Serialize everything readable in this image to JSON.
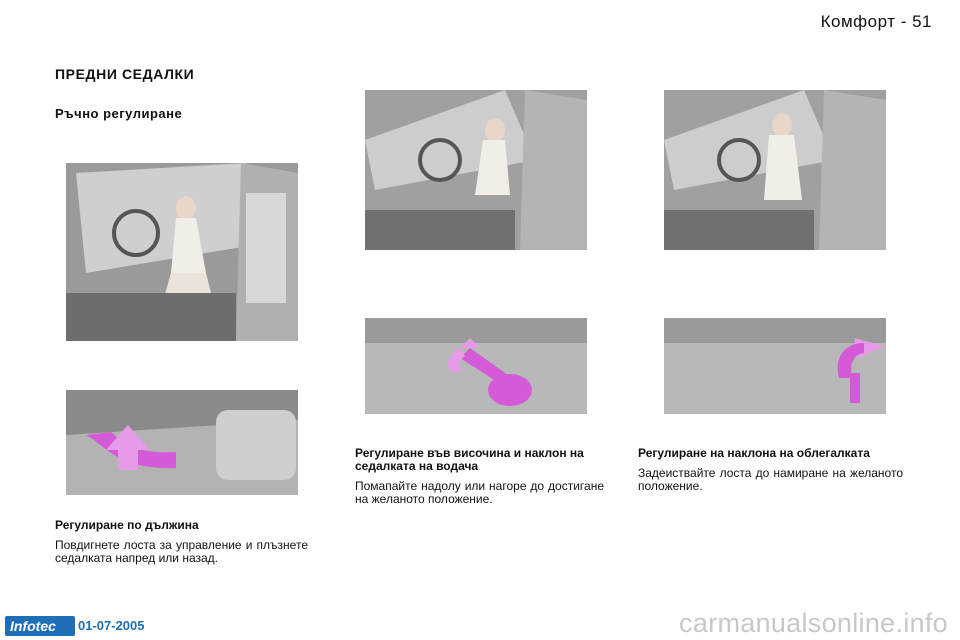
{
  "header": {
    "page_label": "Комфорт - 51"
  },
  "section": {
    "title": "ПРЕДНИ СЕДАЛКИ",
    "subtitle": "Ръчно регулиране"
  },
  "captions": {
    "length": {
      "title": "Регулиране по дължина",
      "body": "Повдигнете лоста за управление и плъзнете седалката напред или назад."
    },
    "height": {
      "title": "Регулиране във височина и наклон на седалката на водача",
      "body": "Помапайте надолу или нагоре до достигане на желаното положение."
    },
    "backrest": {
      "title": "Регулиране на наклона на облегалката",
      "body": "Задеиствайте лоста до намиране на желаното положение."
    }
  },
  "footer": {
    "logo_text": "Infotec",
    "date": "01-07-2005",
    "watermark": "carmanualsonline.info"
  },
  "colors": {
    "accent": "#1e6fb8",
    "highlight": "#d45ad8"
  }
}
